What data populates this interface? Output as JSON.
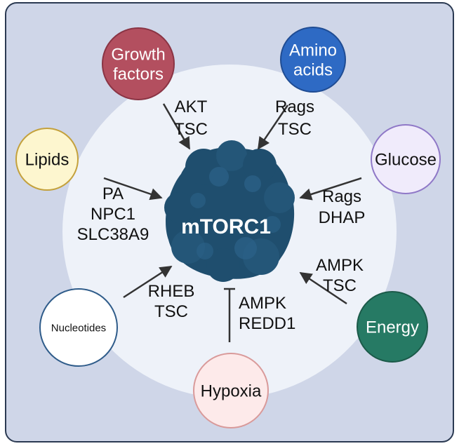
{
  "hub": {
    "label": "mTORC1",
    "color": "#1f4e6e"
  },
  "colors": {
    "panel_bg": "#cfd6e8",
    "panel_border": "#2b3a52",
    "inner_circle": "#eef2f9",
    "arrow": "#333333",
    "text": "#111111"
  },
  "inputs": [
    {
      "key": "growth",
      "lines": [
        "Growth",
        "factors"
      ],
      "fill": "#b34f5f",
      "stroke": "#8a3444",
      "text_color": "#ffffff",
      "mediators": [
        "AKT",
        "TSC"
      ],
      "effect": "activate"
    },
    {
      "key": "amino",
      "lines": [
        "Amino",
        "acids"
      ],
      "fill": "#2e6ac4",
      "stroke": "#1f4c93",
      "text_color": "#ffffff",
      "mediators": [
        "Rags",
        "TSC"
      ],
      "effect": "activate"
    },
    {
      "key": "lipids",
      "lines": [
        "Lipids"
      ],
      "fill": "#fdf6cf",
      "stroke": "#c4a13c",
      "text_color": "#111111",
      "mediators": [
        "PA",
        "NPC1",
        "SLC38A9"
      ],
      "effect": "activate"
    },
    {
      "key": "glucose",
      "lines": [
        "Glucose"
      ],
      "fill": "#f0ebfb",
      "stroke": "#8f78c7",
      "text_color": "#111111",
      "mediators": [
        "Rags",
        "DHAP"
      ],
      "effect": "activate"
    },
    {
      "key": "energy",
      "lines": [
        "Energy"
      ],
      "fill": "#267a64",
      "stroke": "#1b5a49",
      "text_color": "#ffffff",
      "mediators": [
        "AMPK",
        "TSC"
      ],
      "effect": "activate"
    },
    {
      "key": "nucleotides",
      "lines": [
        "Nucleotides"
      ],
      "fill": "#ffffff",
      "stroke": "#2f5c8a",
      "text_color": "#111111",
      "mediators": [
        "RHEB",
        "TSC"
      ],
      "effect": "activate"
    },
    {
      "key": "hypoxia",
      "lines": [
        "Hypoxia"
      ],
      "fill": "#fdeaea",
      "stroke": "#d99a9a",
      "text_color": "#111111",
      "mediators": [
        "AMPK",
        "REDD1"
      ],
      "effect": "inhibit"
    }
  ]
}
